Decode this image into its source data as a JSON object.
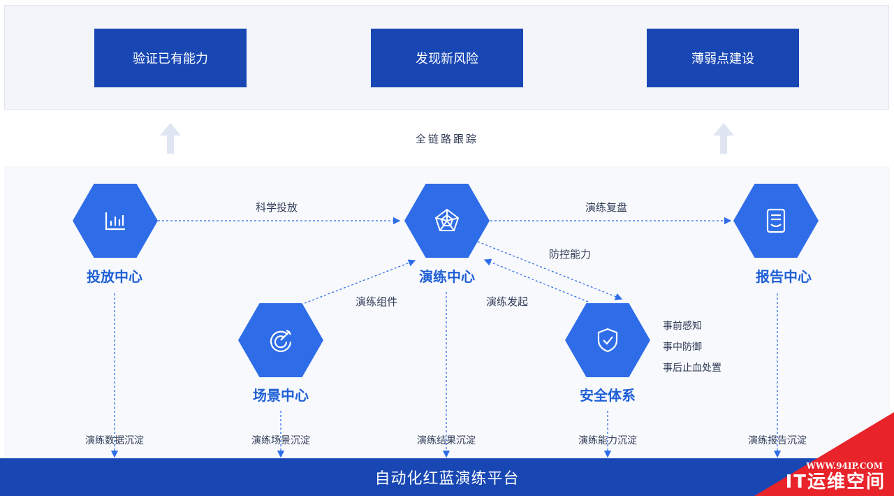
{
  "goals": [
    "验证已有能力",
    "发现新风险",
    "薄弱点建设"
  ],
  "trace_label": "全链路跟踪",
  "centers": {
    "launch": "投放中心",
    "drill": "演练中心",
    "report": "报告中心",
    "scenario": "场景中心",
    "security": "安全体系"
  },
  "flows": {
    "science_launch": "科学投放",
    "review": "演练复盘",
    "defense": "防控能力",
    "components": "演练组件",
    "initiate": "演练发起"
  },
  "security_items": [
    "事前感知",
    "事中防御",
    "事后止血处置"
  ],
  "deposits": [
    "演练数据沉淀",
    "演练场景沉淀",
    "演练结果沉淀",
    "演练能力沉淀",
    "演练报告沉淀"
  ],
  "platform": "自动化红蓝演练平台",
  "watermark": {
    "url": "WWW.94IP.COM",
    "name": "IT运维空间"
  },
  "colors": {
    "navy": "#1847b4",
    "hex_blue": "#2f6de8",
    "title_blue": "#1f5fd6",
    "watermark_red": "#e8232a"
  }
}
